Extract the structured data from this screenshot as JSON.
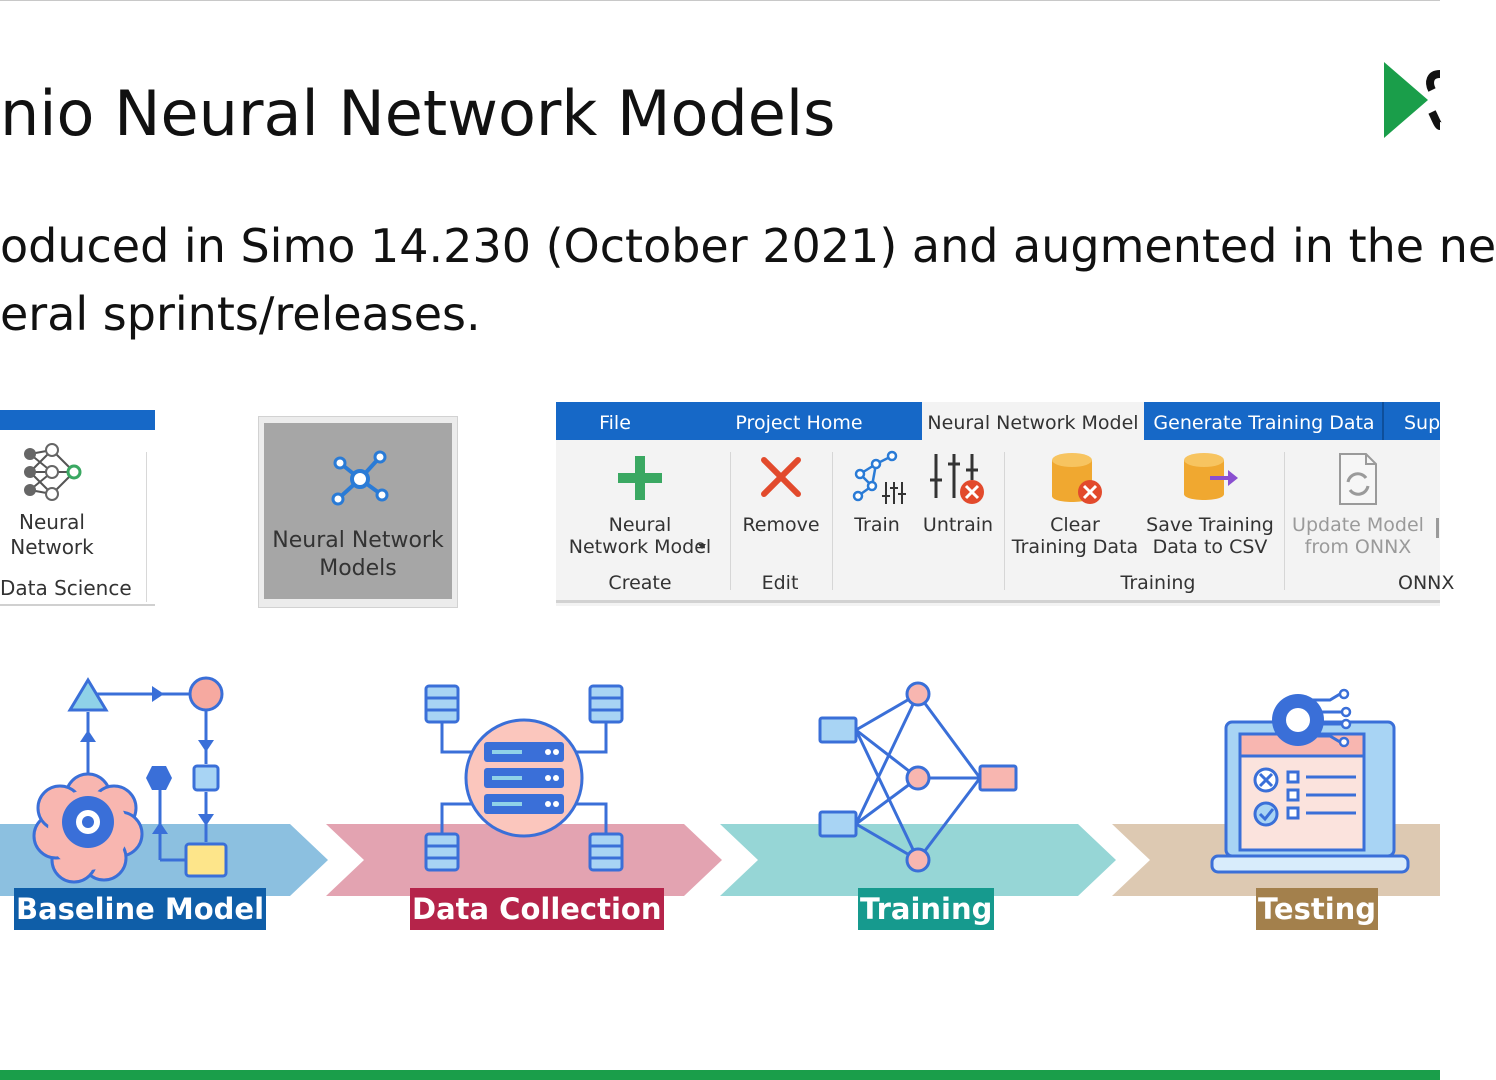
{
  "slide": {
    "title": "nio Neural Network Models",
    "bullet_line1": "oduced in Simo 14.230 (October 2021) and augmented in the ne",
    "bullet_line2": "eral sprints/releases."
  },
  "panel_data_science": {
    "button_label_line1": "Neural",
    "button_label_line2": "Network",
    "group_label": "Data Science"
  },
  "panel_models": {
    "label_line1": "Neural Network",
    "label_line2": "Models"
  },
  "ribbon": {
    "tabs": [
      {
        "label": "File"
      },
      {
        "label": "Project Home"
      },
      {
        "label": "Neural Network Model"
      },
      {
        "label": "Generate Training Data"
      },
      {
        "label": "Sup"
      }
    ],
    "buttons": {
      "new_model_line1": "Neural",
      "new_model_line2": "Network Model",
      "remove": "Remove",
      "train": "Train",
      "untrain": "Untrain",
      "clear_line1": "Clear",
      "clear_line2": "Training Data",
      "save_line1": "Save Training",
      "save_line2": "Data to CSV",
      "update_line1": "Update Model",
      "update_line2": "from ONNX"
    },
    "groups": {
      "create": "Create",
      "edit": "Edit",
      "training": "Training",
      "onnx": "ONNX"
    }
  },
  "workflow": {
    "stages": [
      {
        "label": "Baseline Model",
        "color": "#0f5ea8",
        "arrow_color": "#8cc0e0"
      },
      {
        "label": "Data Collection",
        "color": "#b5244a",
        "arrow_color": "#e3a3b1"
      },
      {
        "label": "Training",
        "color": "#169a8e",
        "arrow_color": "#96d6d6"
      },
      {
        "label": "Testing",
        "color": "#a3804c",
        "arrow_color": "#ddc9b2"
      }
    ]
  },
  "colors": {
    "ribbon_blue": "#1668c7",
    "bottom_bar_green": "#1a9e4a",
    "logo_green": "#1a9e4a"
  }
}
